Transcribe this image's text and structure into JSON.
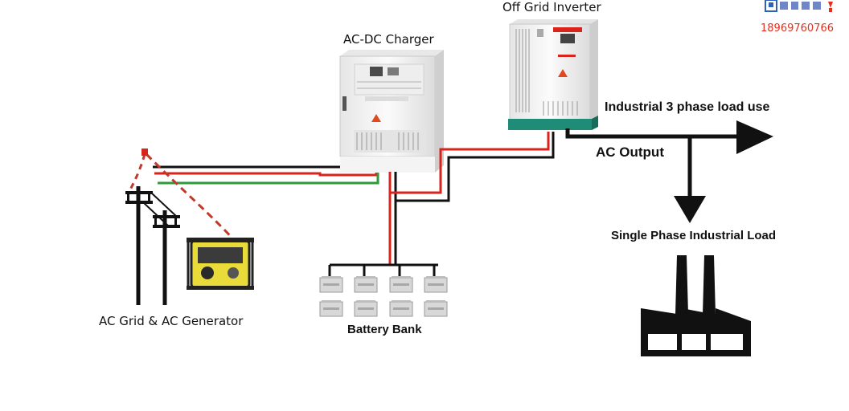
{
  "labels": {
    "inverter": "Off Grid Inverter",
    "charger": "AC-DC Charger",
    "load3": "Industrial 3 phase load use",
    "ac_output": "AC Output",
    "single_phase": "Single Phase Industrial Load",
    "grid_gen": "AC Grid & AC Generator",
    "battery": "Battery Bank"
  },
  "contact": {
    "phone": "18969760766"
  },
  "colors": {
    "wire_red": "#d9241c",
    "wire_black": "#111111",
    "wire_green": "#2f9a3a",
    "cabinet": "#f2f2f2",
    "inverter_base": "#1f8c77"
  }
}
